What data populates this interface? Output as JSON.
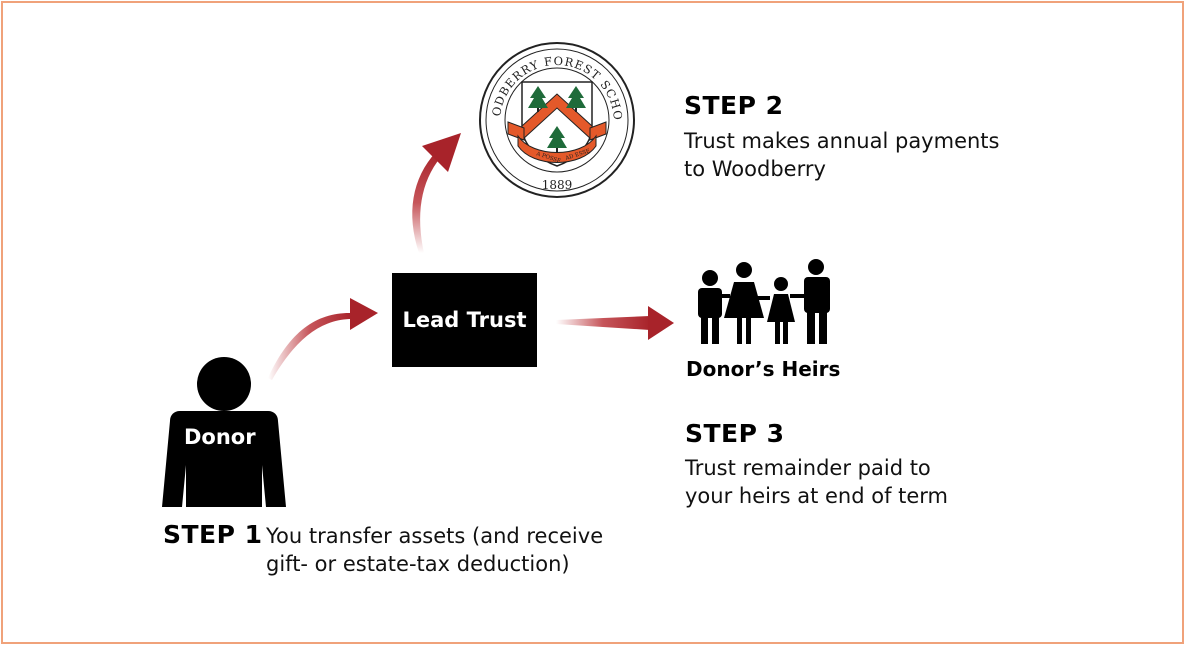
{
  "diagram": {
    "donor_label": "Donor",
    "lead_trust_label": "Lead Trust",
    "heirs_label": "Donor’s Heirs",
    "seal": {
      "name": "WOODBERRY FOREST SCHOOL",
      "motto_left": "A POSSE",
      "motto_right": "AD ESSE",
      "year": "1889"
    },
    "steps": [
      {
        "title": "STEP 1",
        "lines": [
          "You transfer assets (and receive",
          "gift- or estate-tax deduction)"
        ]
      },
      {
        "title": "STEP 2",
        "lines": [
          "Trust makes annual payments",
          "to Woodberry"
        ]
      },
      {
        "title": "STEP 3",
        "lines": [
          "Trust remainder paid to",
          "your heirs at end of term"
        ]
      }
    ],
    "colors": {
      "arrow": "#a8232a",
      "border": "#f0a27a",
      "seal_orange": "#e4592a",
      "seal_green": "#1f6b3a"
    }
  }
}
